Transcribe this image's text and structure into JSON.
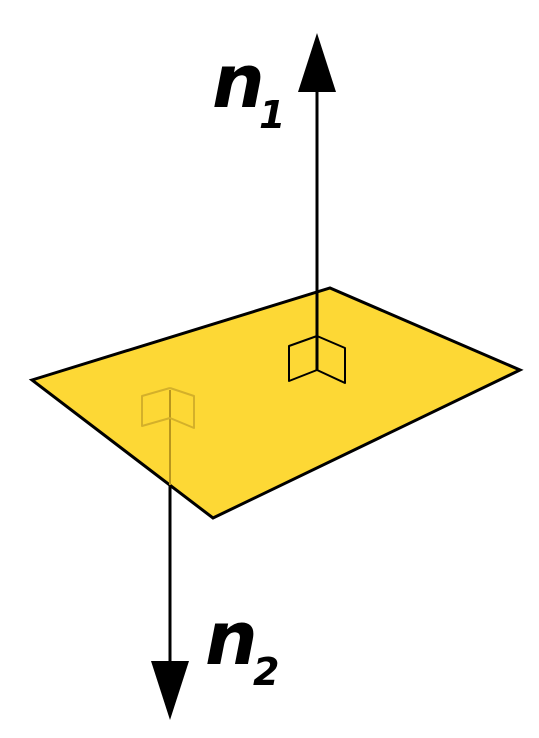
{
  "labels": {
    "n1": {
      "base": "n",
      "subscript": "1"
    },
    "n2": {
      "base": "n",
      "subscript": "2"
    }
  },
  "colors": {
    "plane_fill": "#FDD835",
    "line": "#000000",
    "hidden_marker": "#D4B02A",
    "background": "#FFFFFF"
  }
}
